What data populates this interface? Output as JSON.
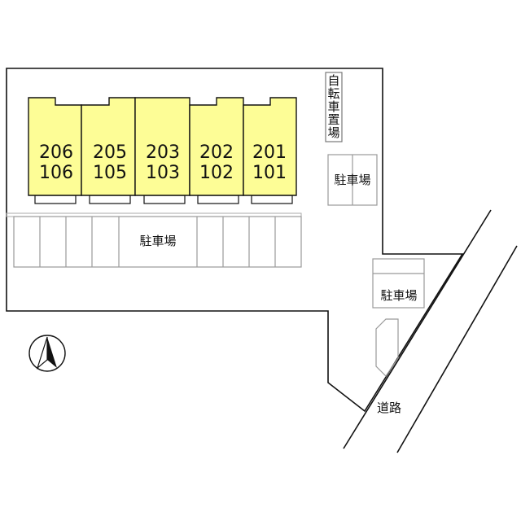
{
  "colors": {
    "building_fill": "#fdfd96",
    "line": "#111111",
    "grid_line": "#aaaaaa",
    "background": "#ffffff"
  },
  "units": [
    {
      "upper": "206",
      "lower": "106"
    },
    {
      "upper": "205",
      "lower": "105"
    },
    {
      "upper": "203",
      "lower": "103"
    },
    {
      "upper": "202",
      "lower": "102"
    },
    {
      "upper": "201",
      "lower": "101"
    }
  ],
  "labels": {
    "main_parking": "駐車場",
    "right_parking": "駐車場",
    "lower_right_parking": "駐車場",
    "bicycle_parking": [
      "自",
      "転",
      "車",
      "置",
      "場"
    ],
    "road": "道路"
  },
  "icons": {
    "north": "north-arrow-icon"
  }
}
